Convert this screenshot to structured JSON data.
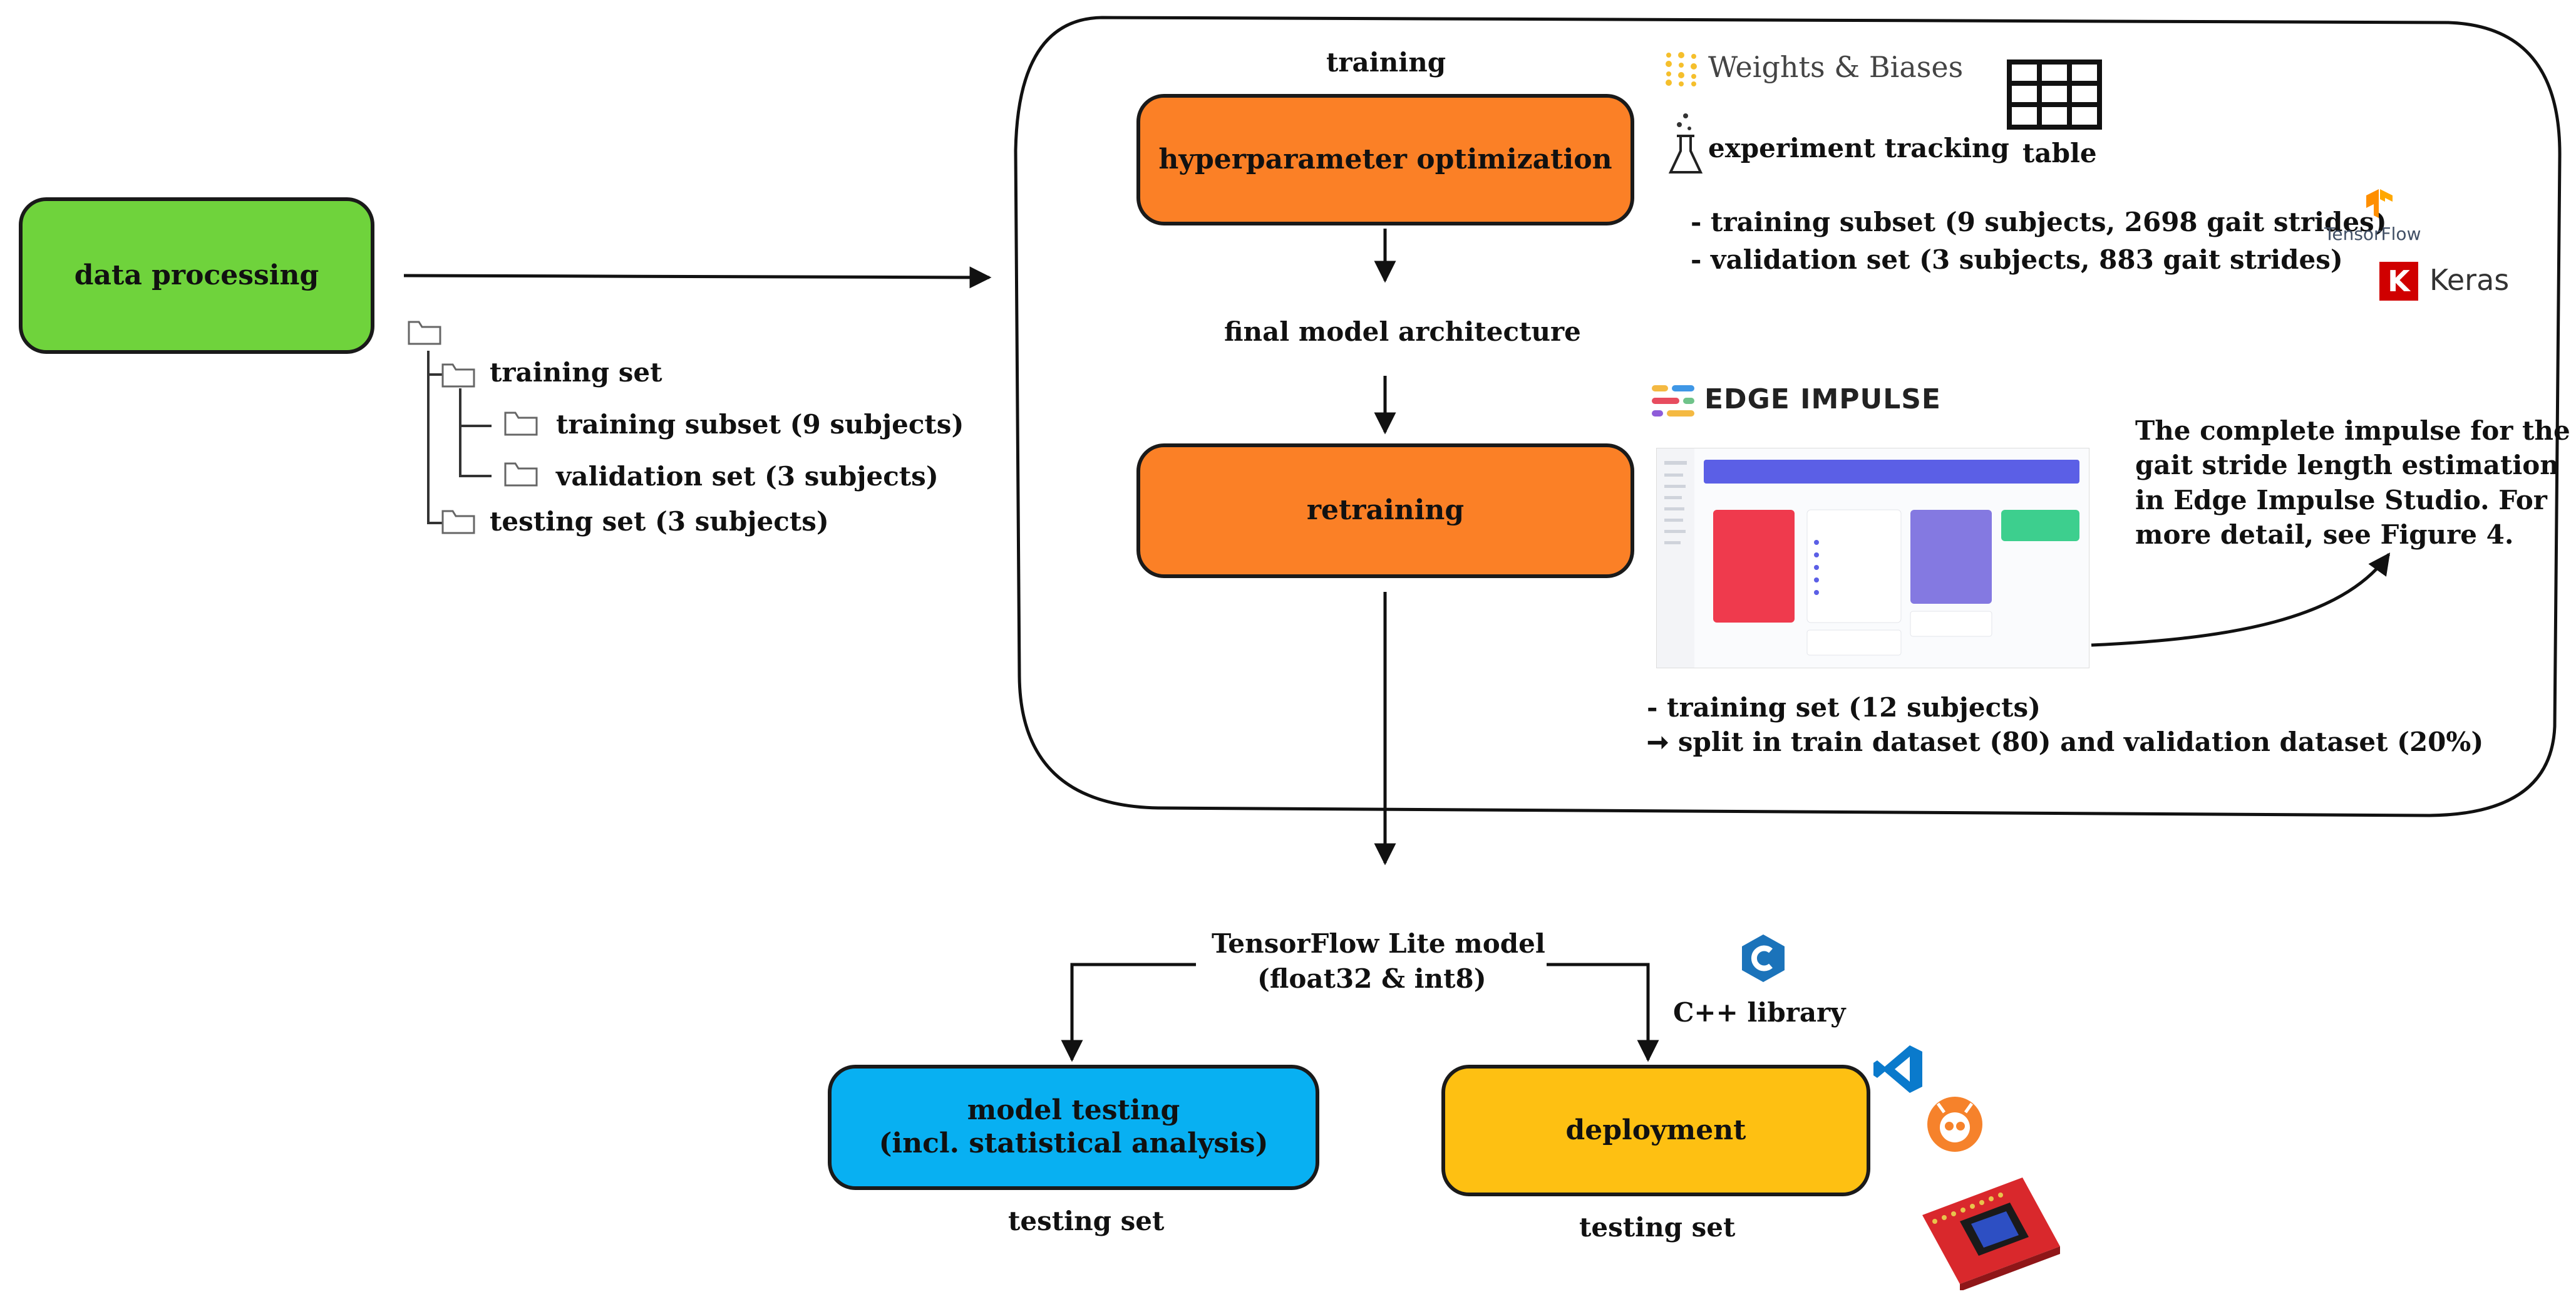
{
  "boxes": {
    "data_processing": "data processing",
    "hyperparameter_optimization": "hyperparameter optimization",
    "retraining": "retraining",
    "model_testing_line1": "model testing",
    "model_testing_line2": "(incl. statistical analysis)",
    "deployment": "deployment"
  },
  "tree": {
    "training_set": "training set",
    "training_subset": "training subset (9 subjects)",
    "validation_set": "validation set (3 subjects)",
    "testing_set": "testing set (3 subjects)"
  },
  "labels": {
    "training": "training",
    "final_model_architecture": "final model architecture",
    "tflite_line1": "TensorFlow Lite model",
    "tflite_line2": "(float32  & int8)",
    "cpp_library": "C++ library",
    "testing_set_left": "testing set",
    "testing_set_right": "testing set"
  },
  "tracking": {
    "wandb": "Weights & Biases",
    "experiment_tracking": "experiment tracking",
    "table": "table",
    "training_subset_info": "- training subset (9 subjects, 2698 gait strides)",
    "validation_set_info": "- validation set (3 subjects, 883 gait strides)"
  },
  "frameworks": {
    "tensorflow": "TensorFlow",
    "keras": "Keras",
    "keras_k": "K"
  },
  "edge_impulse": {
    "logo": "EDGE IMPULSE",
    "caption_line1": "The complete impulse for the",
    "caption_line2": "gait stride length estimation",
    "caption_line3": "in Edge Impulse Studio. For",
    "caption_line4": "more detail, see Figure 4.",
    "training_set_info": "- training set (12 subjects)",
    "split_info": "➞ split in train dataset (80) and validation dataset (20%)"
  },
  "icons": [
    "folder-icon",
    "flask-icon",
    "table-icon",
    "wandb-dots-icon",
    "tensorflow-icon",
    "keras-icon",
    "edge-impulse-icon",
    "cpp-icon",
    "vscode-icon",
    "platformio-icon",
    "circuit-board-icon"
  ],
  "colors": {
    "green": "#6fd33c",
    "orange": "#fb8026",
    "blue": "#08b0f2",
    "yellow": "#fec012",
    "keras_red": "#d00000",
    "tensorflow_orange": "#ff8f00",
    "cpp_blue": "#1b73ba",
    "vscode_blue": "#0a7acc",
    "platformio_orange": "#f6822b"
  }
}
